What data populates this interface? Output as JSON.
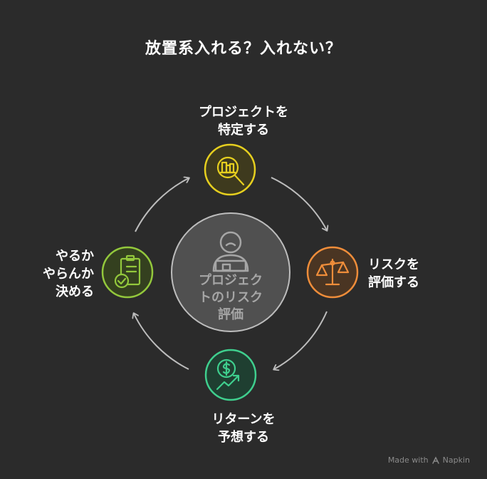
{
  "title": "放置系入れる？入れない？",
  "center": {
    "lines": [
      "プロジェク",
      "トのリスク",
      "評価"
    ],
    "icon": "person-at-desk-icon"
  },
  "steps": [
    {
      "id": "identify",
      "lines": [
        "プロジェクトを",
        "特定する"
      ],
      "color": "#e6cf1f",
      "fill": "#3e3a1e",
      "icon": "magnifier-building-icon"
    },
    {
      "id": "evaluate",
      "lines": [
        "リスクを",
        "評価する"
      ],
      "color": "#ef8d3a",
      "fill": "#4a3523",
      "icon": "balance-scale-icon"
    },
    {
      "id": "predict",
      "lines": [
        "リターンを",
        "予想する"
      ],
      "color": "#3fcf8e",
      "fill": "#1f3f31",
      "icon": "dollar-growth-icon"
    },
    {
      "id": "decide",
      "lines": [
        "やるか",
        "やらんか",
        "決める"
      ],
      "color": "#93c83c",
      "fill": "#34401f",
      "icon": "clipboard-check-icon"
    }
  ],
  "footer": {
    "made_with": "Made with",
    "brand": "Napkin"
  },
  "colors": {
    "background": "#2b2b2b",
    "ring": "#bdbdbd",
    "center_fill": "#505050"
  }
}
